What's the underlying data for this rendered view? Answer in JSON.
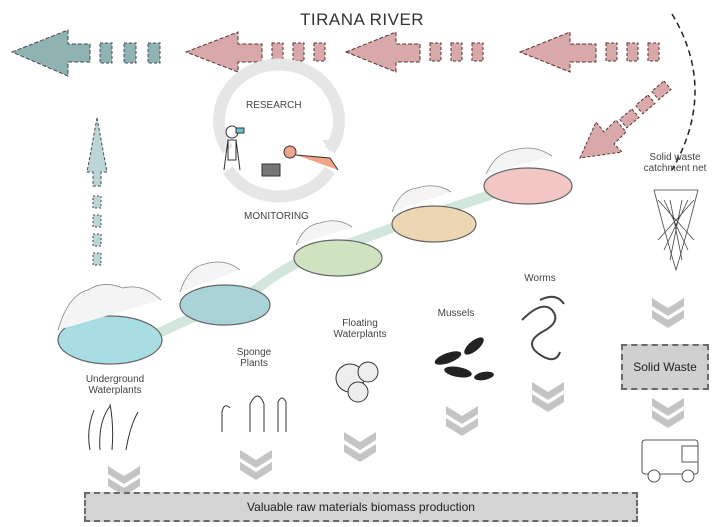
{
  "title": "TIRANA RIVER",
  "cycle": {
    "top": "RESEARCH",
    "bottom": "MONITORING"
  },
  "net_label": "Solid waste catchment net",
  "solid_waste_box": "Solid Waste",
  "biomass_box": "Valuable raw materials biomass production",
  "organisms": {
    "underground": "Underground Waterplants",
    "sponge": "Sponge Plants",
    "floating": "Floating Waterplants",
    "mussels": "Mussels",
    "worms": "Worms"
  },
  "colors": {
    "river_red": "#d9a8aa",
    "river_teal": "#8fb2b3",
    "pond_pink": "#f3c6c6",
    "pond_beige": "#ecd6b4",
    "pond_green": "#cfe3c1",
    "pond_teal": "#a9d3d6",
    "pond_blue": "#a8dde3",
    "chevron": "#c4c4c4",
    "box_fill": "#d2d2d2"
  }
}
